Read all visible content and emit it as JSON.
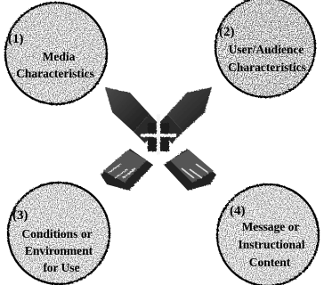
{
  "factors": [
    {
      "number": "(1)",
      "lines": [
        "Media",
        "Characteristics"
      ]
    },
    {
      "number": "(2)",
      "lines": [
        "User/Audience",
        "Characteristics"
      ]
    },
    {
      "number": "(3)",
      "lines": [
        "Conditions or",
        "Environment",
        "for Use"
      ]
    },
    {
      "number": "(4)",
      "lines": [
        "Message or",
        "Instructional",
        "Content"
      ]
    }
  ]
}
